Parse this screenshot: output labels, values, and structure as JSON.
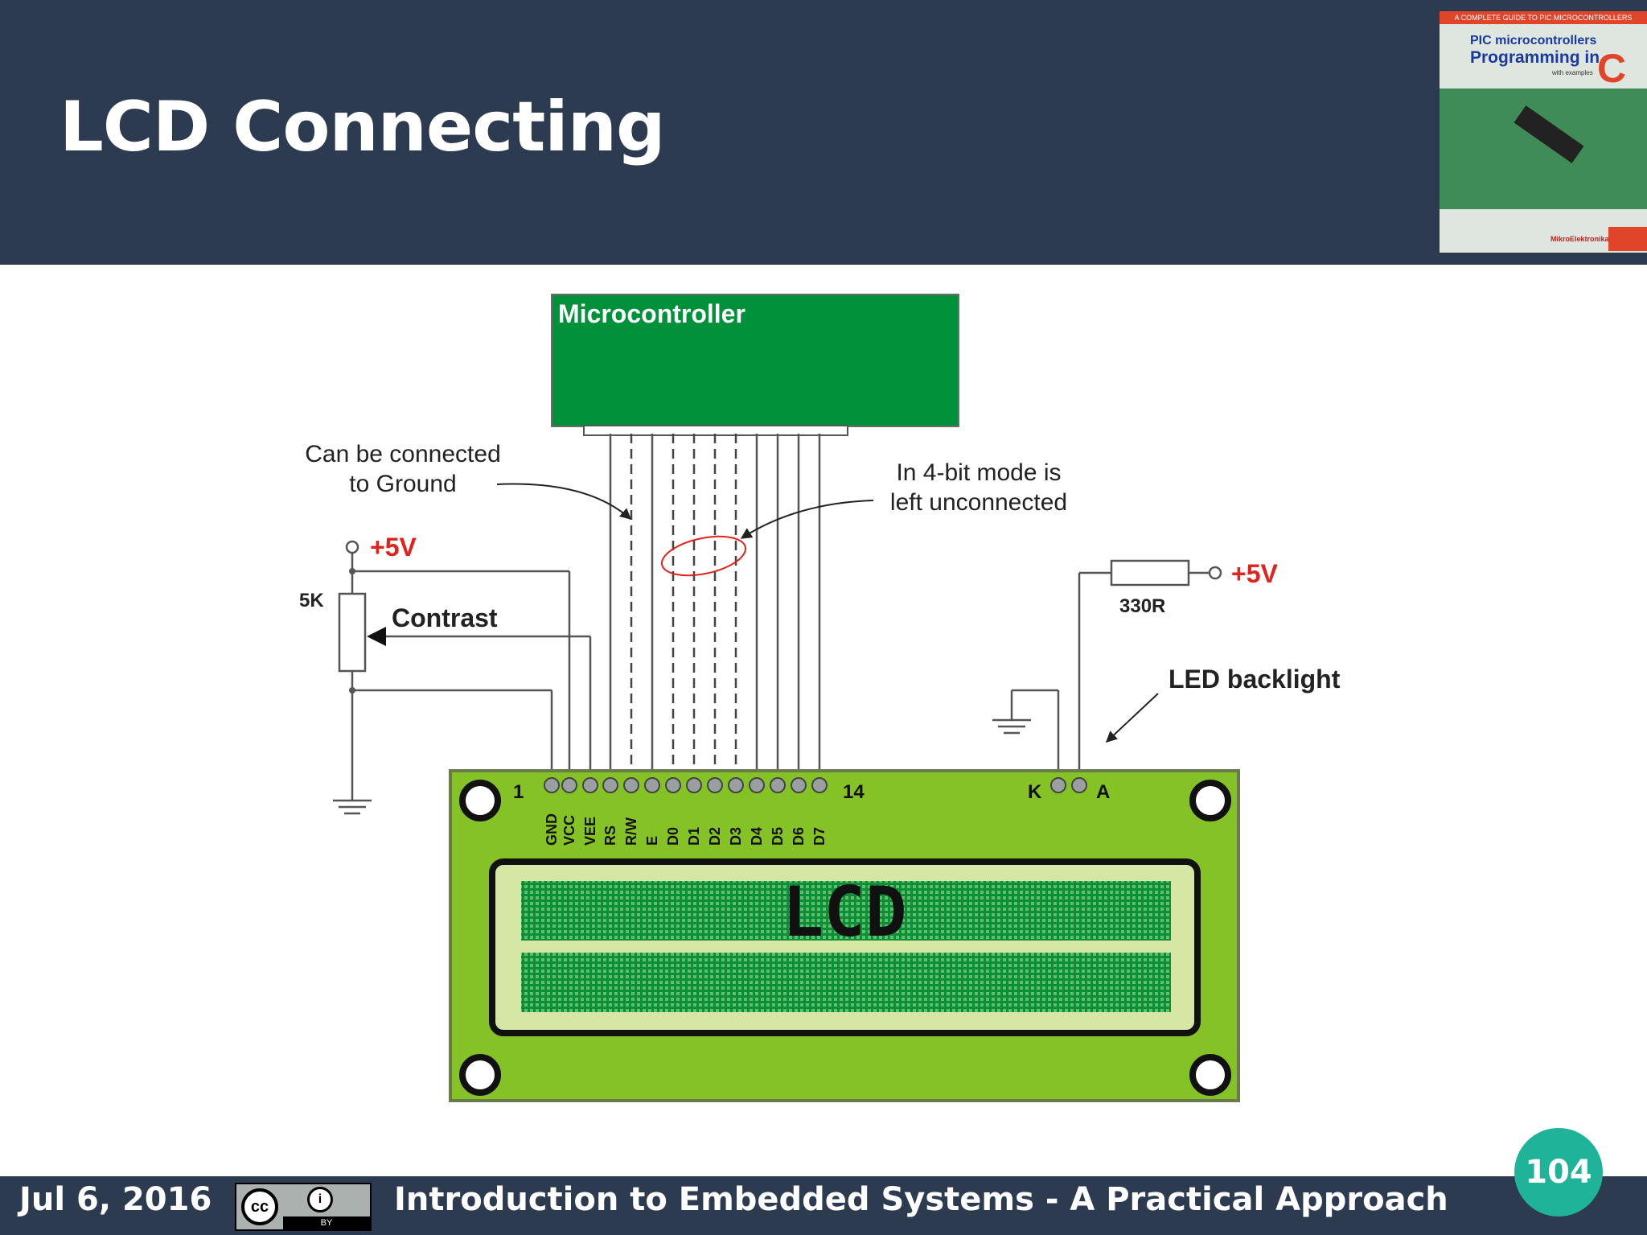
{
  "slide": {
    "title": "LCD Connecting",
    "page_number": "104"
  },
  "book_cover": {
    "band": "A COMPLETE GUIDE TO PIC MICROCONTROLLERS",
    "line1": "PIC microcontrollers",
    "line2": "Programming in",
    "sub": "with examples",
    "big_letter": "C",
    "publisher": "MikroElektronika"
  },
  "diagram": {
    "microcontroller_label": "Microcontroller",
    "ground_note": [
      "Can be connected",
      "to Ground"
    ],
    "unconnected_note": [
      "In 4-bit mode is",
      "left unconnected"
    ],
    "supply_left": "+5V",
    "supply_right": "+5V",
    "pot_value": "5K",
    "contrast_label": "Contrast",
    "resistor_value": "330R",
    "backlight_label": "LED backlight",
    "pin_first": "1",
    "pin_last": "14",
    "pin_k": "K",
    "pin_a": "A",
    "pins": [
      "GND",
      "VCC",
      "VEE",
      "RS",
      "R/W",
      "E",
      "D0",
      "D1",
      "D2",
      "D3",
      "D4",
      "D5",
      "D6",
      "D7"
    ],
    "lcd_text": "LCD",
    "colors": {
      "mcu_green": "#00913a",
      "lcd_board": "#84c225",
      "screen": "#d5e6a5",
      "supply_red": "#e0231c"
    }
  },
  "footer": {
    "date": "Jul 6, 2016",
    "license_cc": "cc",
    "license_by": "BY",
    "course": "Introduction to Embedded Systems - A Practical Approach"
  }
}
